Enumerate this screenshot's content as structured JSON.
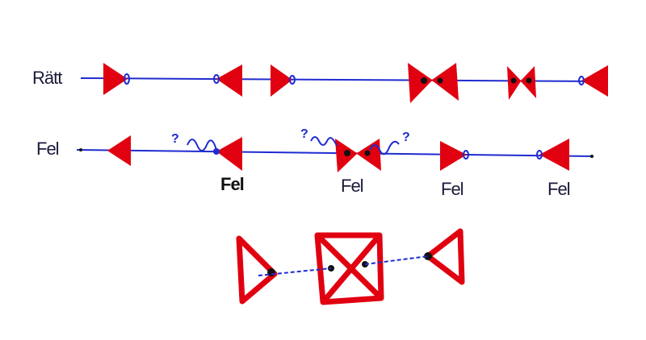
{
  "rows": [
    {
      "label": "Rätt"
    },
    {
      "label": "Fel",
      "annotations": [
        "Fel",
        "Fel",
        "Fel",
        "Fel"
      ],
      "question_marks": [
        "?",
        "?",
        "?"
      ]
    }
  ],
  "colors": {
    "fill": "#e00010",
    "line": "#1f2bd0",
    "dot": "#111111"
  }
}
